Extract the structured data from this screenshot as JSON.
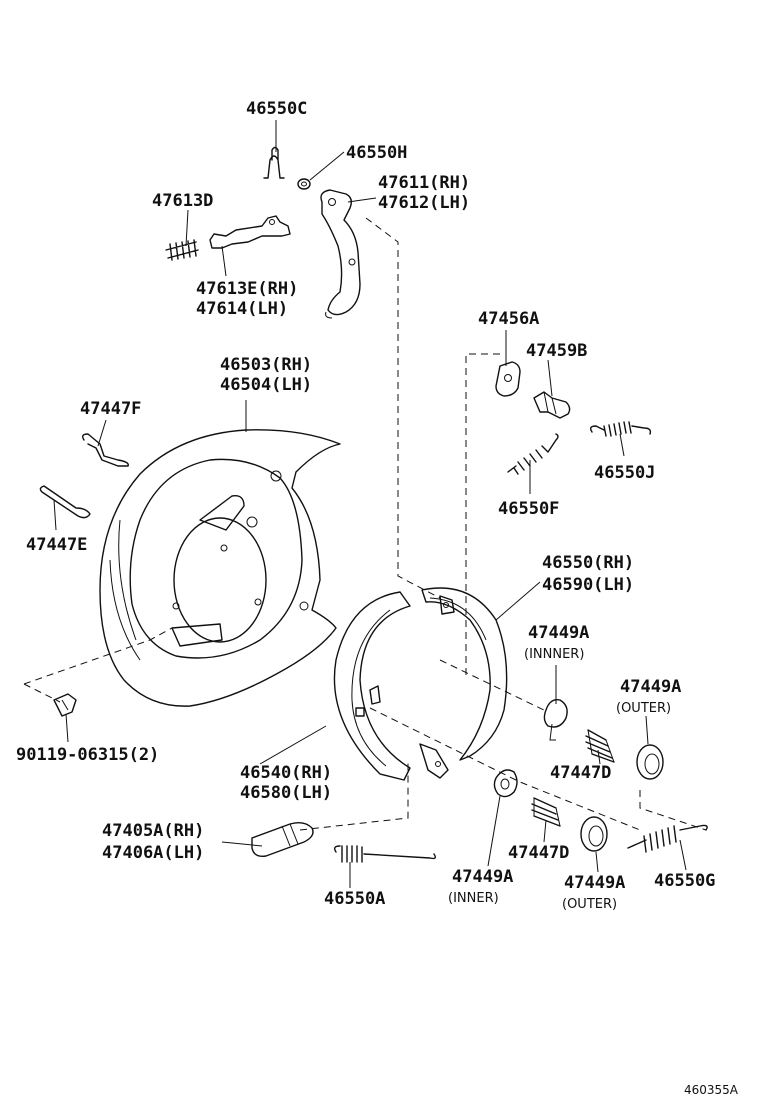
{
  "diagram": {
    "drawing_code": "460355A",
    "labels": {
      "l46550C": "46550C",
      "l46550H": "46550H",
      "l47611": "47611(RH)",
      "l47612": "47612(LH)",
      "l47613D": "47613D",
      "l47613E": "47613E(RH)",
      "l47614": "47614(LH)",
      "l47456A": "47456A",
      "l47459B": "47459B",
      "l46503": "46503(RH)",
      "l46504": "46504(LH)",
      "l47447F": "47447F",
      "l46550J": "46550J",
      "l46550F": "46550F",
      "l47447E": "47447E",
      "l46550": "46550(RH)",
      "l46590": "46590(LH)",
      "l47449A_1": "47449A",
      "l47449A_1_sub": "(INNNER)",
      "l47449A_2": "47449A",
      "l47449A_2_sub": "(OUTER)",
      "l90119": "90119-06315(2)",
      "l46540": "46540(RH)",
      "l46580": "46580(LH)",
      "l47447D_1": "47447D",
      "l47405A": "47405A(RH)",
      "l47406A": "47406A(LH)",
      "l47447D_2": "47447D",
      "l46550A": "46550A",
      "l47449A_3": "47449A",
      "l47449A_3_sub": "(INNER)",
      "l47449A_4": "47449A",
      "l47449A_4_sub": "(OUTER)",
      "l46550G": "46550G"
    }
  }
}
